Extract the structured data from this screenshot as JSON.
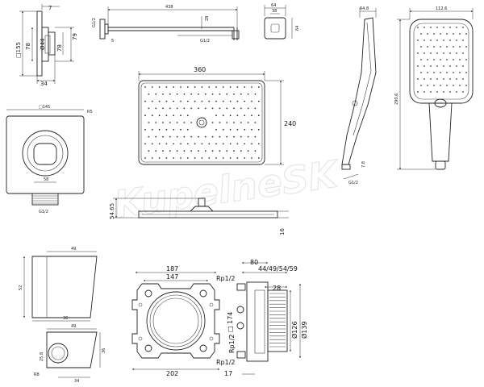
{
  "watermark": "KupelneSK",
  "wall_outlet_side": {
    "dim_top": "7",
    "dim_height": "155",
    "dim_square_prefix": "□",
    "dim_78": "78",
    "dim_44": "44",
    "dim_79": "79",
    "dim_78b": "78",
    "dim_bottom": "34"
  },
  "shower_arm": {
    "dim_length": "438",
    "dim_thread": "G1/2",
    "dim_drop": "28",
    "dim_small": "5",
    "dim_thread2": "G1/2"
  },
  "arm_flange": {
    "dim_w": "64",
    "dim_inner": "38",
    "dim_h": "64"
  },
  "hand_side": {
    "dim_top": "64.8",
    "dim_thread": "G1/2",
    "dim_nozzle": "7.8"
  },
  "hand_front": {
    "dim_width": "112.6",
    "dim_length": "290.6"
  },
  "head_top": {
    "dim_width": "360",
    "dim_height": "240"
  },
  "head_side": {
    "dim_thickness": "54.65",
    "dim_h": "16"
  },
  "outlet_front": {
    "dim_square": "□145",
    "dim_r": "R5",
    "dim_inner": "58",
    "dim_thread": "G1/2"
  },
  "holder_side": {
    "dim_top": "49",
    "dim_height": "52",
    "dim_bottom": "36"
  },
  "holder_top": {
    "dim_top": "49",
    "dim_d": "25.8",
    "dim_h": "36",
    "dim_r": "R8",
    "dim_bottom": "34"
  },
  "box_front": {
    "dim_187": "187",
    "dim_147": "147",
    "dim_202": "202",
    "dim_174": "174",
    "rp_top": "Rp1/2",
    "rp_mid": "Rp1/2",
    "rp_bot": "Rp1/2"
  },
  "box_side": {
    "dim_80": "80",
    "dim_depths": "44/49/54/59",
    "dim_28": "28",
    "dim_126": "Ø126",
    "dim_139": "Ø139",
    "dim_17": "17"
  }
}
